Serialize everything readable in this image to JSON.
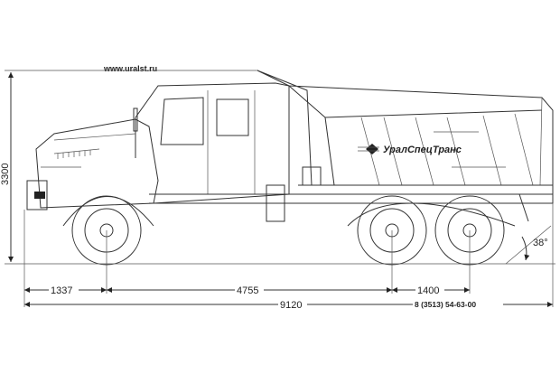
{
  "website": "www.uralst.ru",
  "phone": "8 (3513) 54-63-00",
  "brand_logo_text": "УралСпецТранс",
  "dimensions": {
    "height": "3300",
    "front_overhang": "1337",
    "wheelbase": "4755",
    "rear_axle_spacing": "1400",
    "overall_length": "9120",
    "departure_angle": "38°"
  }
}
